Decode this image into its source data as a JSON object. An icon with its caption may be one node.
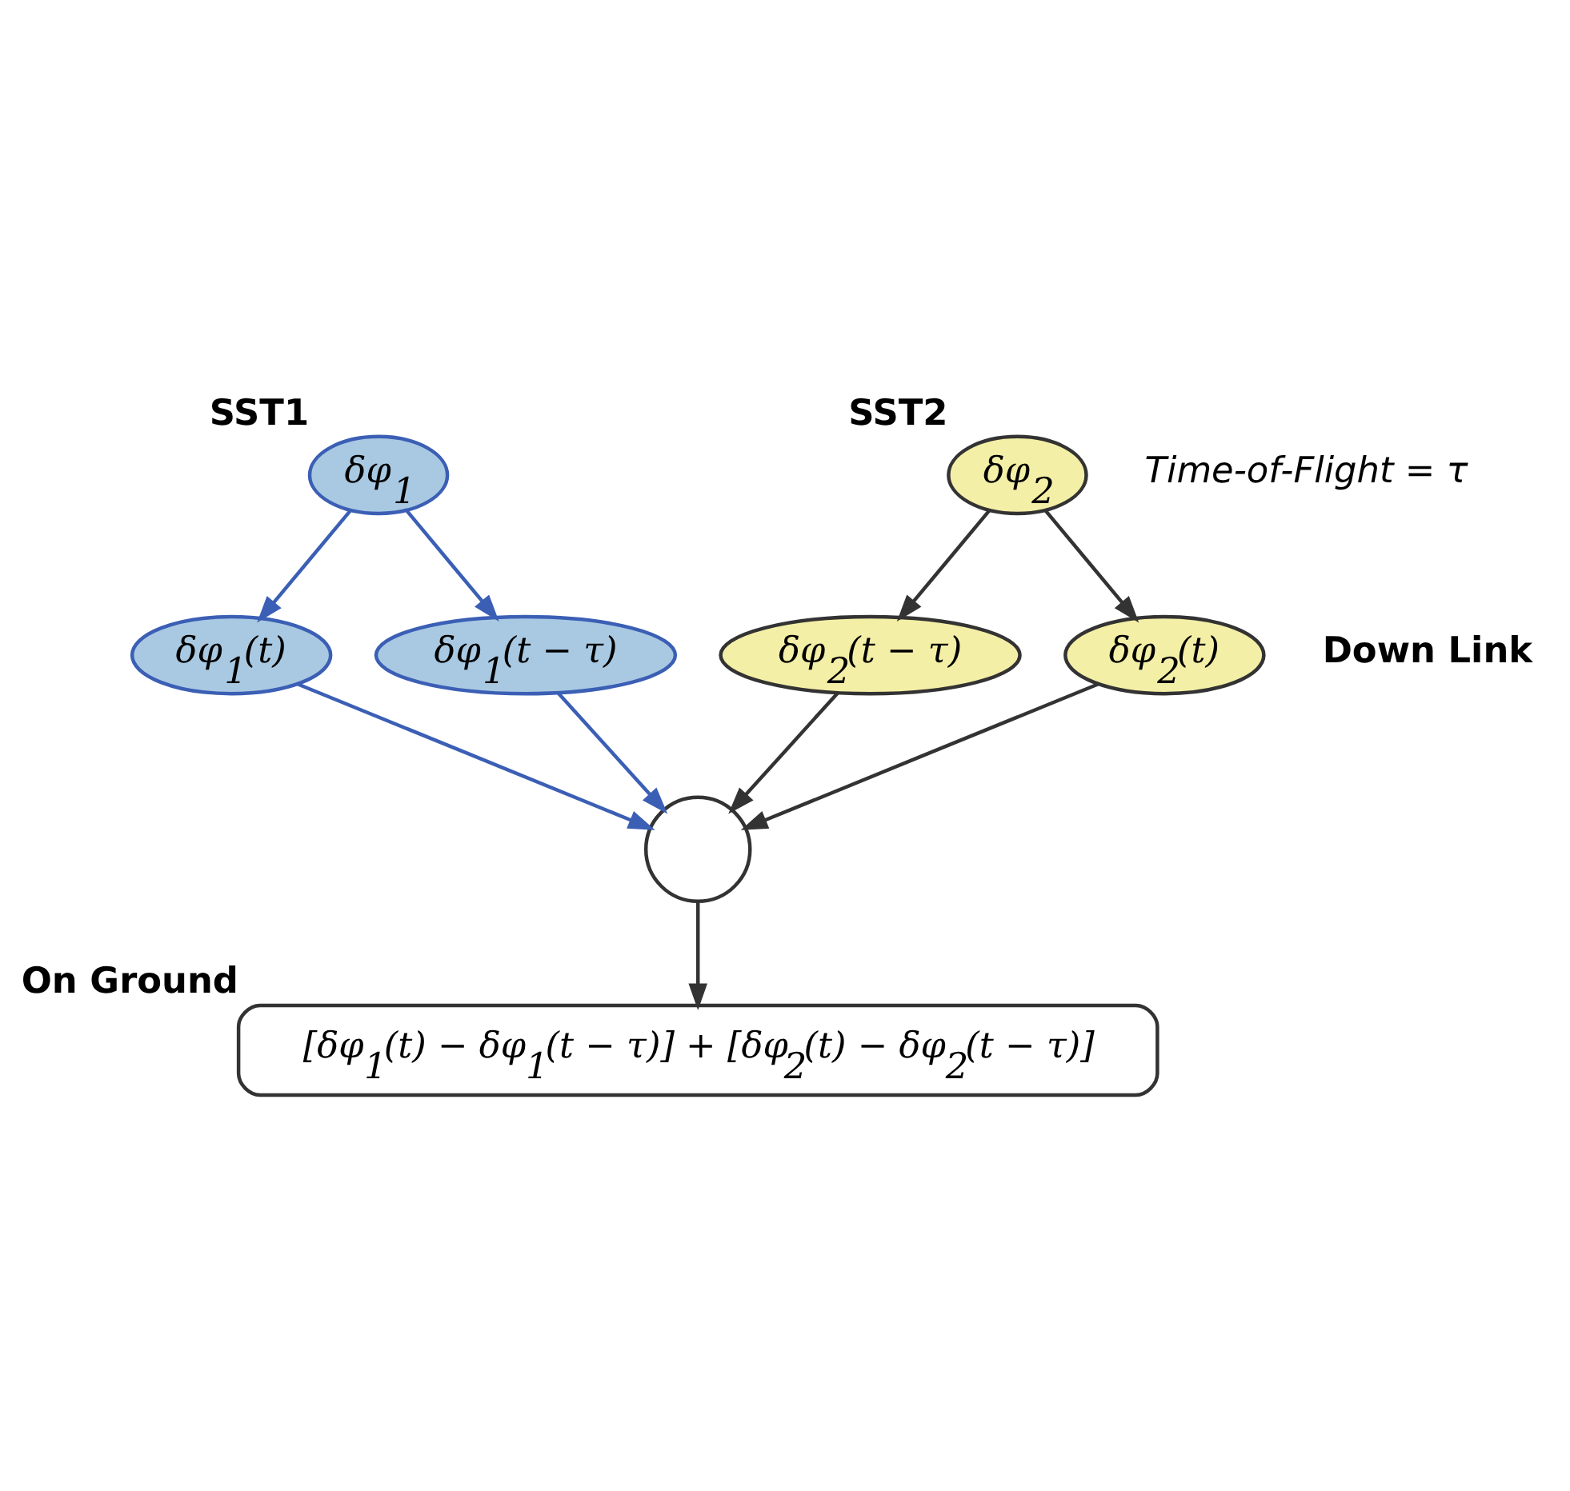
{
  "diagram": {
    "nodes": [
      {
        "text": [
          "δφ$_{1}$"
        ],
        "beside": [
          "SST1"
        ]
      },
      {
        "text": [
          "δφ$_{2}$"
        ],
        "beside": [
          "SST2"
        ]
      },
      {
        "text": [
          "δφ$_{1}$(t)"
        ]
      },
      {
        "text": [
          "δφ$_{2}$(t − τ)"
        ]
      },
      {
        "text": [
          "δφ$_{2}$(t)"
        ]
      },
      {
        "text": [
          "δφ$_{1}$(t − τ)"
        ]
      },
      {
        "text": [],
        "shape": "circle"
      },
      {
        "text": [
          "[δφ$_{1}$(t) − δφ$_{1}$(t − τ)] + [δφ$_{2}$(t) − δφ$_{2}$(t − τ)]"
        ],
        "beside": [
          "On Ground"
        ]
      }
    ],
    "edges": [
      {
        "from": 0,
        "to": 2,
        "arrow": "to",
        "color": "#3b5fb5"
      },
      {
        "from": 0,
        "to": 5,
        "arrow": "to",
        "color": "#3b5fb5"
      },
      {
        "from": 1,
        "to": 3,
        "arrow": "to"
      },
      {
        "from": 1,
        "to": 4,
        "arrow": "to"
      },
      {
        "from": 2,
        "to": 6,
        "arrow": "to",
        "color": "#3b5fb5"
      },
      {
        "from": 3,
        "to": 6,
        "arrow": "to"
      },
      {
        "from": 4,
        "to": 6,
        "arrow": "to"
      },
      {
        "from": 5,
        "to": 6,
        "arrow": "to",
        "color": "#3b5fb5"
      },
      {
        "from": 6,
        "to": 7,
        "arrow": "to"
      }
    ],
    "labels": [
      "Time-of-Flight = τ",
      "Down Link"
    ]
  }
}
